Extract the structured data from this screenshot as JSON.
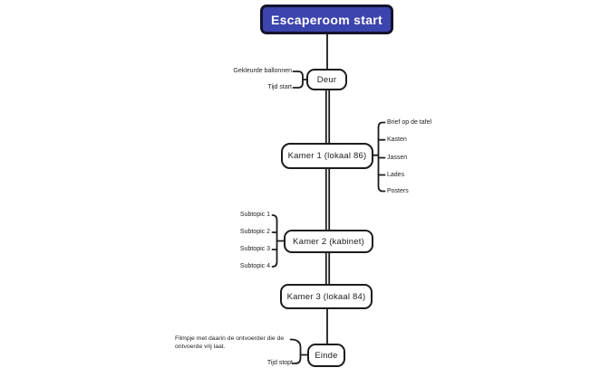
{
  "title": "Escaperoom mindmap",
  "colors": {
    "background": "#ffffff",
    "root_bg": "#3c44ad",
    "root_border": "#14142c",
    "root_text": "#ffffff",
    "node_bg": "#ffffff",
    "node_border": "#1c1c1c",
    "node_text": "#1d1d1d",
    "line": "#1c1c1c",
    "leaf_text": "#222222"
  },
  "mindmap": {
    "root": {
      "label": "Escaperoom start"
    },
    "levels": [
      {
        "node": "Deur",
        "left_children": [
          {
            "label": "Gekleurde ballonnen"
          },
          {
            "label": "Tijd start"
          }
        ]
      },
      {
        "node": "Kamer 1 (lokaal 86)",
        "right_children": [
          {
            "label": "Brief op de tafel"
          },
          {
            "label": "Kasten"
          },
          {
            "label": "Jassen"
          },
          {
            "label": "Lades"
          },
          {
            "label": "Posters"
          }
        ]
      },
      {
        "node": "Kamer 2 (kabinet)",
        "left_children": [
          {
            "label": "Subtopic 1"
          },
          {
            "label": "Subtopic 2"
          },
          {
            "label": "Subtopic 3"
          },
          {
            "label": "Subtopic 4"
          }
        ]
      },
      {
        "node": "Kamer 3 (lokaal 84)"
      },
      {
        "node": "Einde",
        "left_children": [
          {
            "label": "Filmpje met daarin de ontvoerder die de ontvoerde vrij laat."
          },
          {
            "label": "Tijd stopt"
          }
        ]
      }
    ]
  }
}
